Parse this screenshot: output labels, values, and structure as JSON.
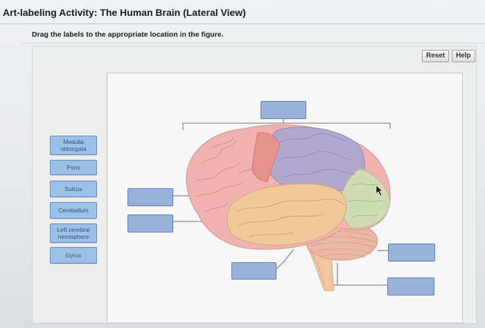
{
  "page": {
    "title": "Art-labeling Activity: The Human Brain (Lateral View)",
    "instructions": "Drag the labels to the appropriate location in the figure."
  },
  "toolbar": {
    "reset_label": "Reset",
    "help_label": "Help"
  },
  "label_bank": [
    "Medulla\noblongata",
    "Pons",
    "Sulcus",
    "Cerebellum",
    "Left cerebral\nhemisphere",
    "Gyrus"
  ],
  "drop_targets": {
    "count": 6,
    "filled": 0
  },
  "colors": {
    "chip_fill": "#9fc0e6",
    "drop_fill": "#9ab3dc",
    "frontal_lobe": "#efb2b0",
    "parietal_lobe": "#b1a7cf",
    "temporal_lobe": "#f1c89a",
    "occipital_lobe": "#cfdcb1",
    "cerebellum": "#e9b7a4",
    "brainstem": "#f0c7a1"
  }
}
